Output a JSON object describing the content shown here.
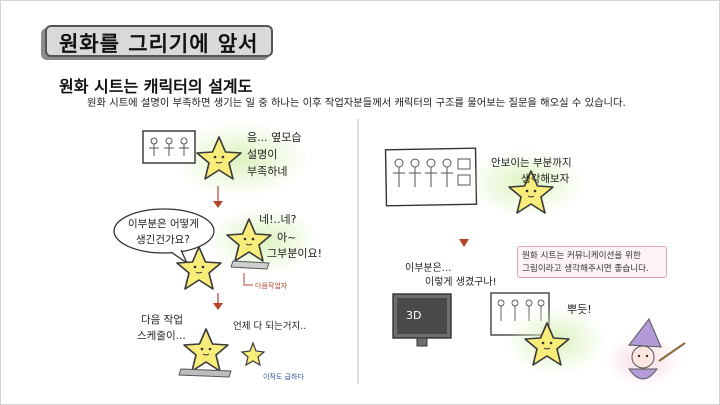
{
  "title": "원화를 그리기에 앞서",
  "heading": "원화 시트는 캐릭터의 설계도",
  "description": "원화 시트에 설명이 부족하면 생기는 일 중 하나는 이후 작업자분들께서 캐릭터의 구조를 물어보는 질문을 해오실 수 있습니다.",
  "left_panel": {
    "bubble_top": [
      "음... 옆모습",
      "설명이",
      "부족하네"
    ],
    "question_bubble": [
      "이부분은 어떻게",
      "생긴건가요?"
    ],
    "reply": [
      "네!..네?",
      "아~",
      "그부분이요!"
    ],
    "next_worker_tag": "다음작업자",
    "bottom_left": [
      "다음 작업",
      "스케줄이..."
    ],
    "bottom_right": "언제 다 되는거지..",
    "bottom_note": "이작도 급하다"
  },
  "right_panel": {
    "bubble_top": [
      "안보이는 부분까지",
      "생각해보자"
    ],
    "note_box": [
      "원화 시트는 커뮤니케이션을 위한",
      "그림이라고 생각해주시면 좋습니다."
    ],
    "speech": [
      "이부분은...",
      "이렇게 생겼구나!"
    ],
    "tv_label": "3D",
    "exclaim": "뿌듯!"
  },
  "colors": {
    "star_fill": "#f8ec7a",
    "star_stroke": "#3a3a3a",
    "accent_pink": "#e8a0b4",
    "arrow_red": "#b4442a",
    "divider": "#bdbdbd"
  }
}
